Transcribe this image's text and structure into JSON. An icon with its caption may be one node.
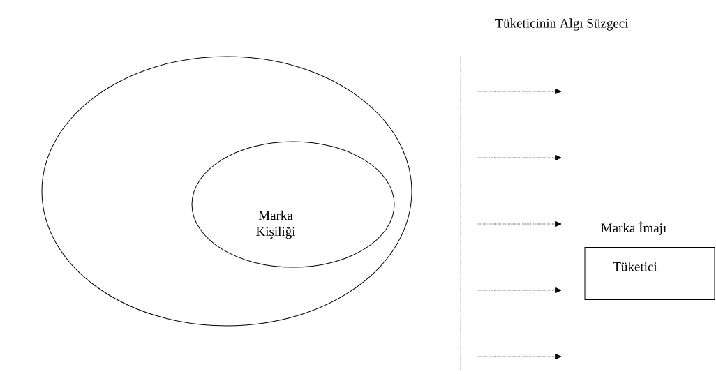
{
  "diagram": {
    "nodes": [
      {
        "text": [],
        "shape": "ellipse"
      },
      {
        "text": [
          "Marka Kişiliği"
        ],
        "in": 0
      },
      {
        "text": [
          "Marka İmajı",
          "Tüketici"
        ]
      }
    ],
    "labels": [
      "Tüketicinin Algı Süzgeci"
    ]
  }
}
